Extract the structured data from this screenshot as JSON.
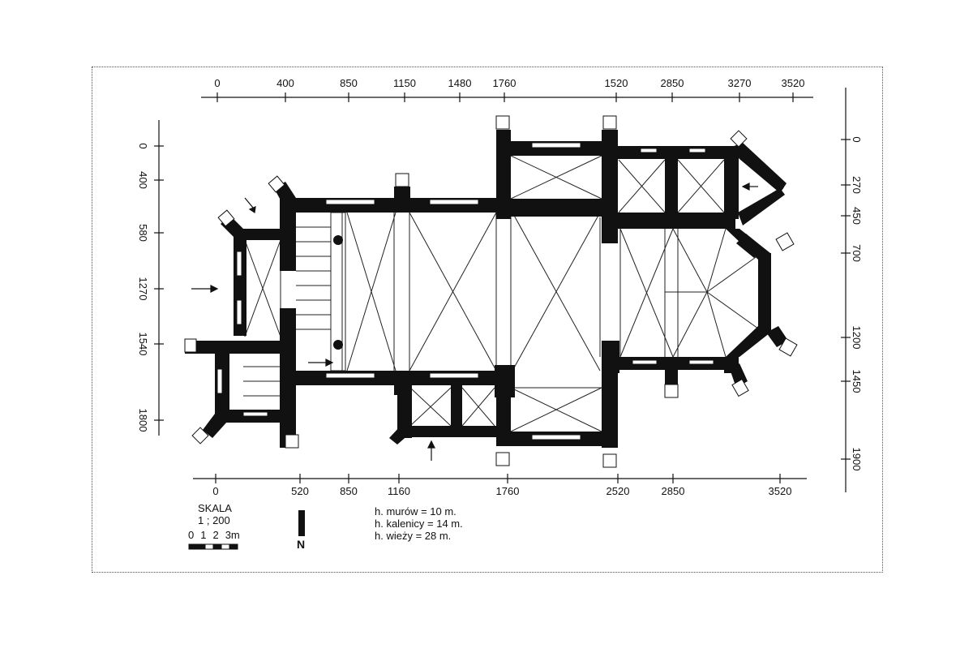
{
  "scale": {
    "title": "SKALA",
    "ratio": "1 ; 200",
    "ticks": [
      "0",
      "1",
      "2",
      "3m"
    ]
  },
  "north": {
    "label": "N"
  },
  "heights": [
    "h. murów = 10 m.",
    "h. kalenicy = 14 m.",
    "h. wieży = 28 m."
  ],
  "axes": {
    "top": [
      "0",
      "400",
      "850",
      "1150",
      "1480",
      "1760",
      "1520",
      "2850",
      "3270",
      "3520"
    ],
    "bottom": [
      "0",
      "520",
      "850",
      "1160",
      "1760",
      "2520",
      "2850",
      "3520"
    ],
    "left": [
      "0",
      "400",
      "580",
      "1270",
      "1540",
      "1800"
    ],
    "right": [
      "0",
      "270",
      "450",
      "700",
      "1200",
      "1450",
      "1900"
    ]
  }
}
